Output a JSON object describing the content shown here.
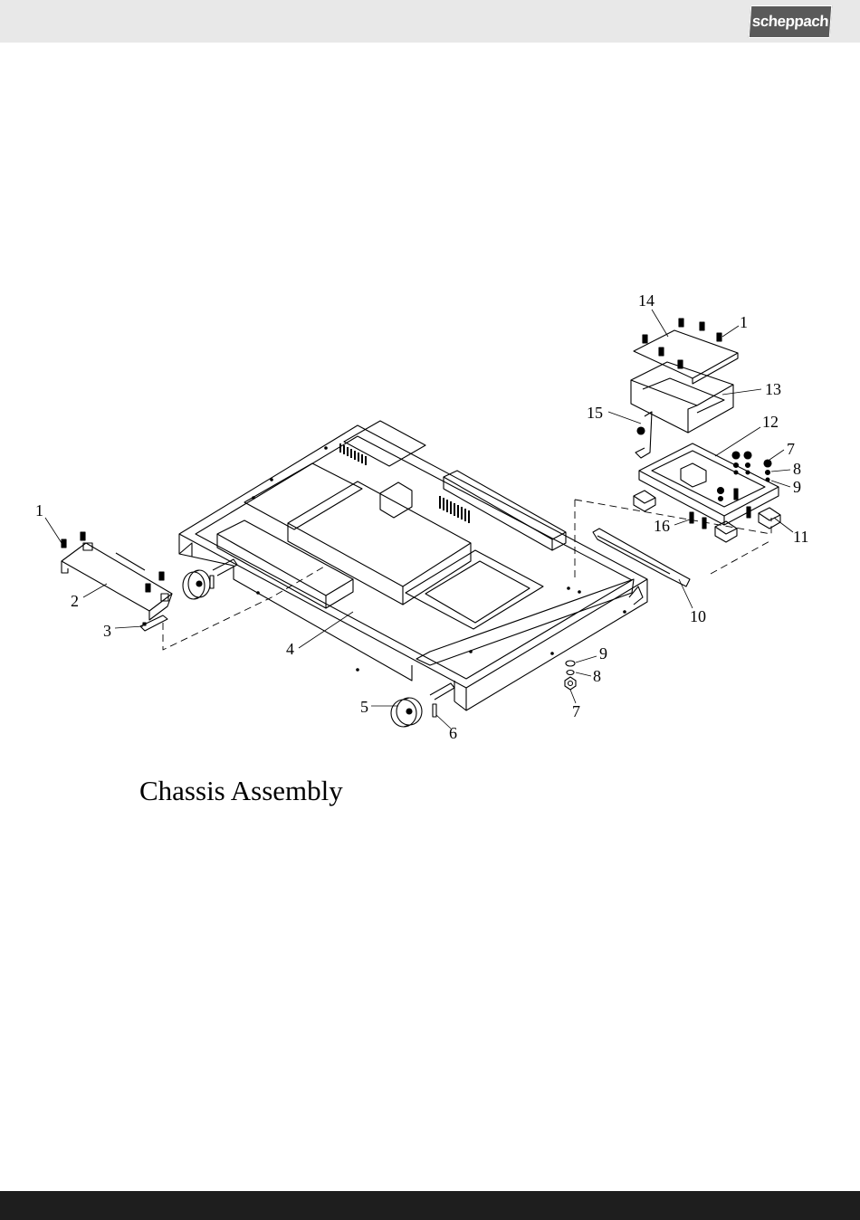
{
  "header": {
    "logo_text": "scheppach"
  },
  "title": "Chassis Assembly",
  "callouts": [
    "14",
    "1",
    "13",
    "15",
    "12",
    "7",
    "8",
    "9",
    "16",
    "11",
    "10",
    "1",
    "2",
    "3",
    "4",
    "5",
    "6",
    "9",
    "8",
    "7"
  ],
  "colors": {
    "top_bar": "#e8e8e8",
    "bottom_bar": "#1e1e1e",
    "logo_bg": "#5a5a5a",
    "line": "#000000"
  }
}
